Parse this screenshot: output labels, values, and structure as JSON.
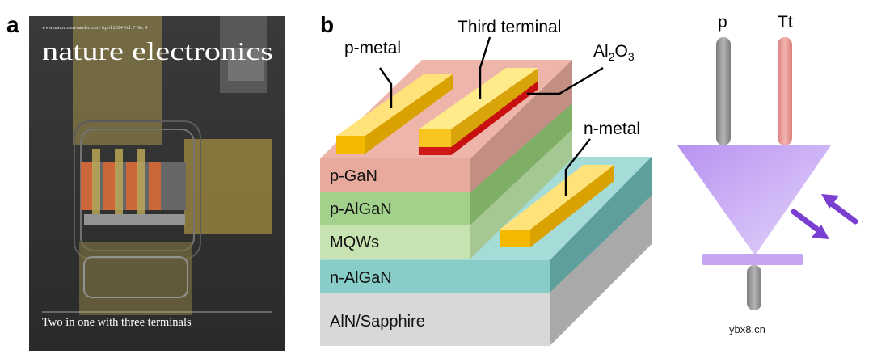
{
  "panel_a": {
    "letter": "a",
    "cover": {
      "masthead_info": "www.nature.com/natelectron / April 2024  Vol. 7 No. 4",
      "journal_title": "nature electronics",
      "cover_line": "Two in one with three terminals"
    }
  },
  "panel_b": {
    "letter": "b",
    "top_labels": {
      "p_metal": "p-metal",
      "third_terminal": "Third terminal",
      "al2o3_base": "Al",
      "al2o3_sub": "2",
      "al2o3_tail": "O",
      "al2o3_sub2": "3",
      "n_metal": "n-metal"
    },
    "layers": [
      {
        "name": "p-GaN",
        "color": "#e8aa9c"
      },
      {
        "name": "p-AlGaN",
        "color": "#a2d18c"
      },
      {
        "name": "MQWs",
        "color": "#c7e3b2"
      },
      {
        "name": "n-AlGaN",
        "color": "#88cdc8"
      },
      {
        "name": "AlN/Sapphire",
        "color": "#d8d8d8"
      }
    ]
  },
  "panel_c": {
    "terminal_p": "p",
    "terminal_tt": "Tt",
    "colors": {
      "diode": "#c6a6f0",
      "arrow": "#7a3fd0",
      "lead_p": "#9a9a9a",
      "lead_tt": "#e89a96"
    }
  },
  "watermark": "ybx8.cn"
}
